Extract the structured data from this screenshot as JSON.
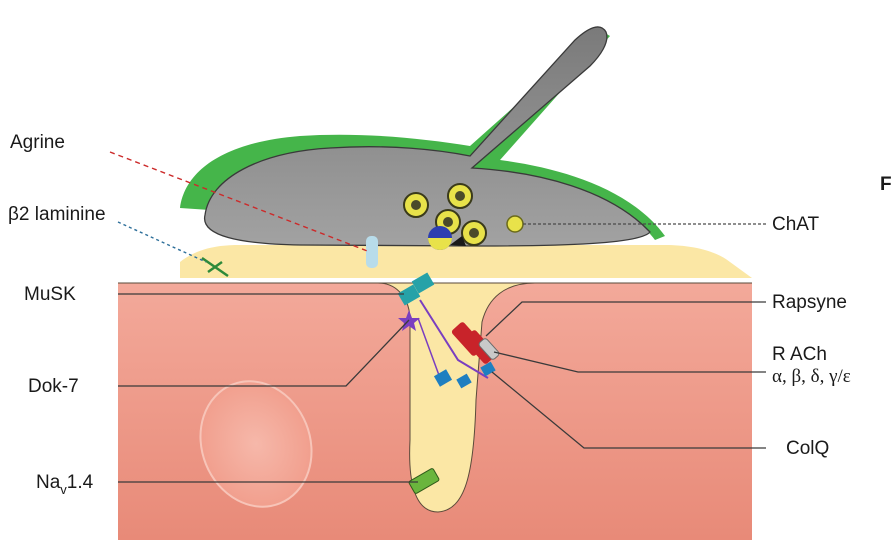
{
  "labels": {
    "agrine": "Agrine",
    "laminine": "β2 laminine",
    "musk": "MuSK",
    "dok7": "Dok-7",
    "nav_main": "Na",
    "nav_sub": "v",
    "nav_tail": "1.4",
    "chat": "ChAT",
    "rapsyne": "Rapsyne",
    "rach": "R ACh",
    "rach_subunits": "α, β, δ, γ/ε",
    "colq": "ColQ",
    "edge_letter": "F"
  },
  "colors": {
    "muscle": "#ee9b84",
    "cleft": "#fbe7a5",
    "nerve": "#8e8e8e",
    "schwann": "#45b54a",
    "agrine_lead": "#cc2a2a",
    "laminine_lead": "#2d6f9a",
    "rapsyne_receptor": "#c8232a",
    "musk_receptor": "#26a2a8",
    "dok7_star": "#7a3ec0",
    "colq": "#1f7fc0",
    "nav_channel": "#6ab53d"
  }
}
